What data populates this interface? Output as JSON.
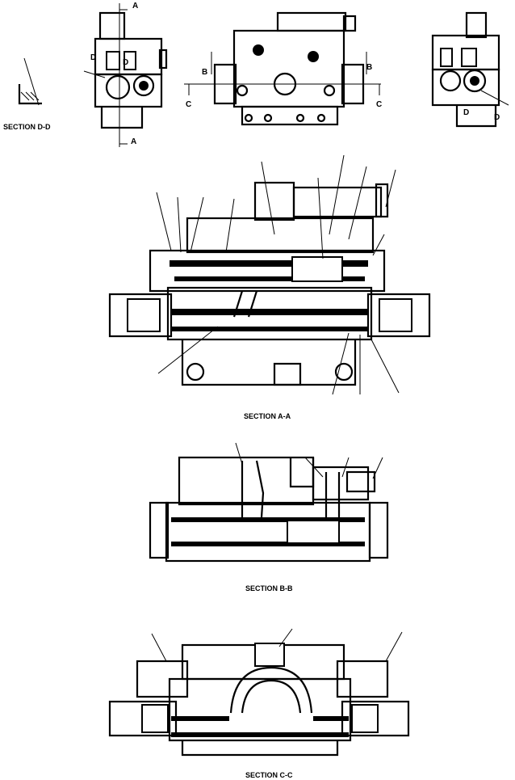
{
  "title": "",
  "sections": {
    "dd": "SECTION D-D",
    "aa": "SECTION A-A",
    "bb": "SECTION B-B",
    "cc": "SECTION C-C"
  },
  "markers": {
    "a": "A",
    "b": "B",
    "c": "C",
    "d": "D"
  },
  "colors": {
    "ink": "#000000",
    "paper": "#ffffff"
  }
}
